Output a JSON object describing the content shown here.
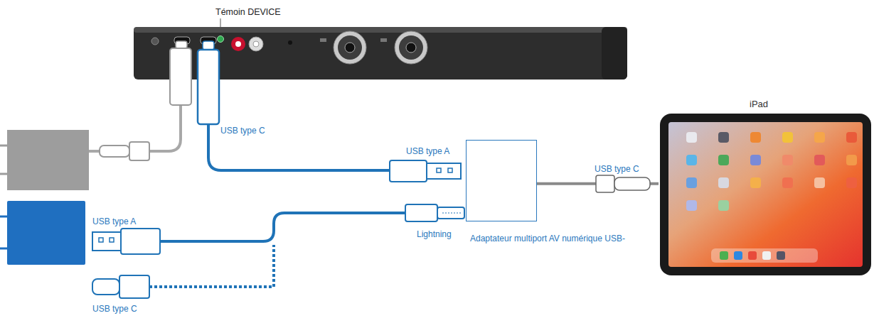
{
  "diagram": {
    "nodes": [
      {
        "text": [
          "Adaptateur multiport AV numérique USB-"
        ]
      },
      {
        "text": [
          "iPad"
        ]
      }
    ],
    "edges": [
      {
        "from": 0,
        "to": 1,
        "arrow": "none",
        "label": "USB type C"
      }
    ],
    "labels": [
      "Témoin DEVICE",
      "USB type C",
      "USB type A",
      "Lightning",
      "USB type A",
      "USB type C"
    ]
  }
}
